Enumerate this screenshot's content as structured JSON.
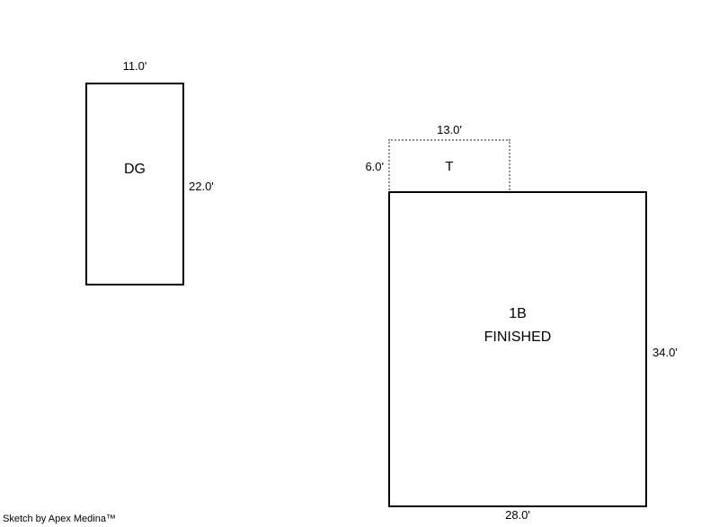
{
  "sketch": {
    "garage": {
      "label": "DG",
      "top_dim": "11.0'",
      "side_dim": "22.0'"
    },
    "addition": {
      "label": "T",
      "top_dim": "13.0'",
      "side_dim": "6.0'"
    },
    "main_area": {
      "label_line1": "1B",
      "label_line2": "FINISHED",
      "side_dim": "34.0'",
      "bottom_dim": "28.0'"
    },
    "credit": "Sketch by Apex Medina™"
  }
}
